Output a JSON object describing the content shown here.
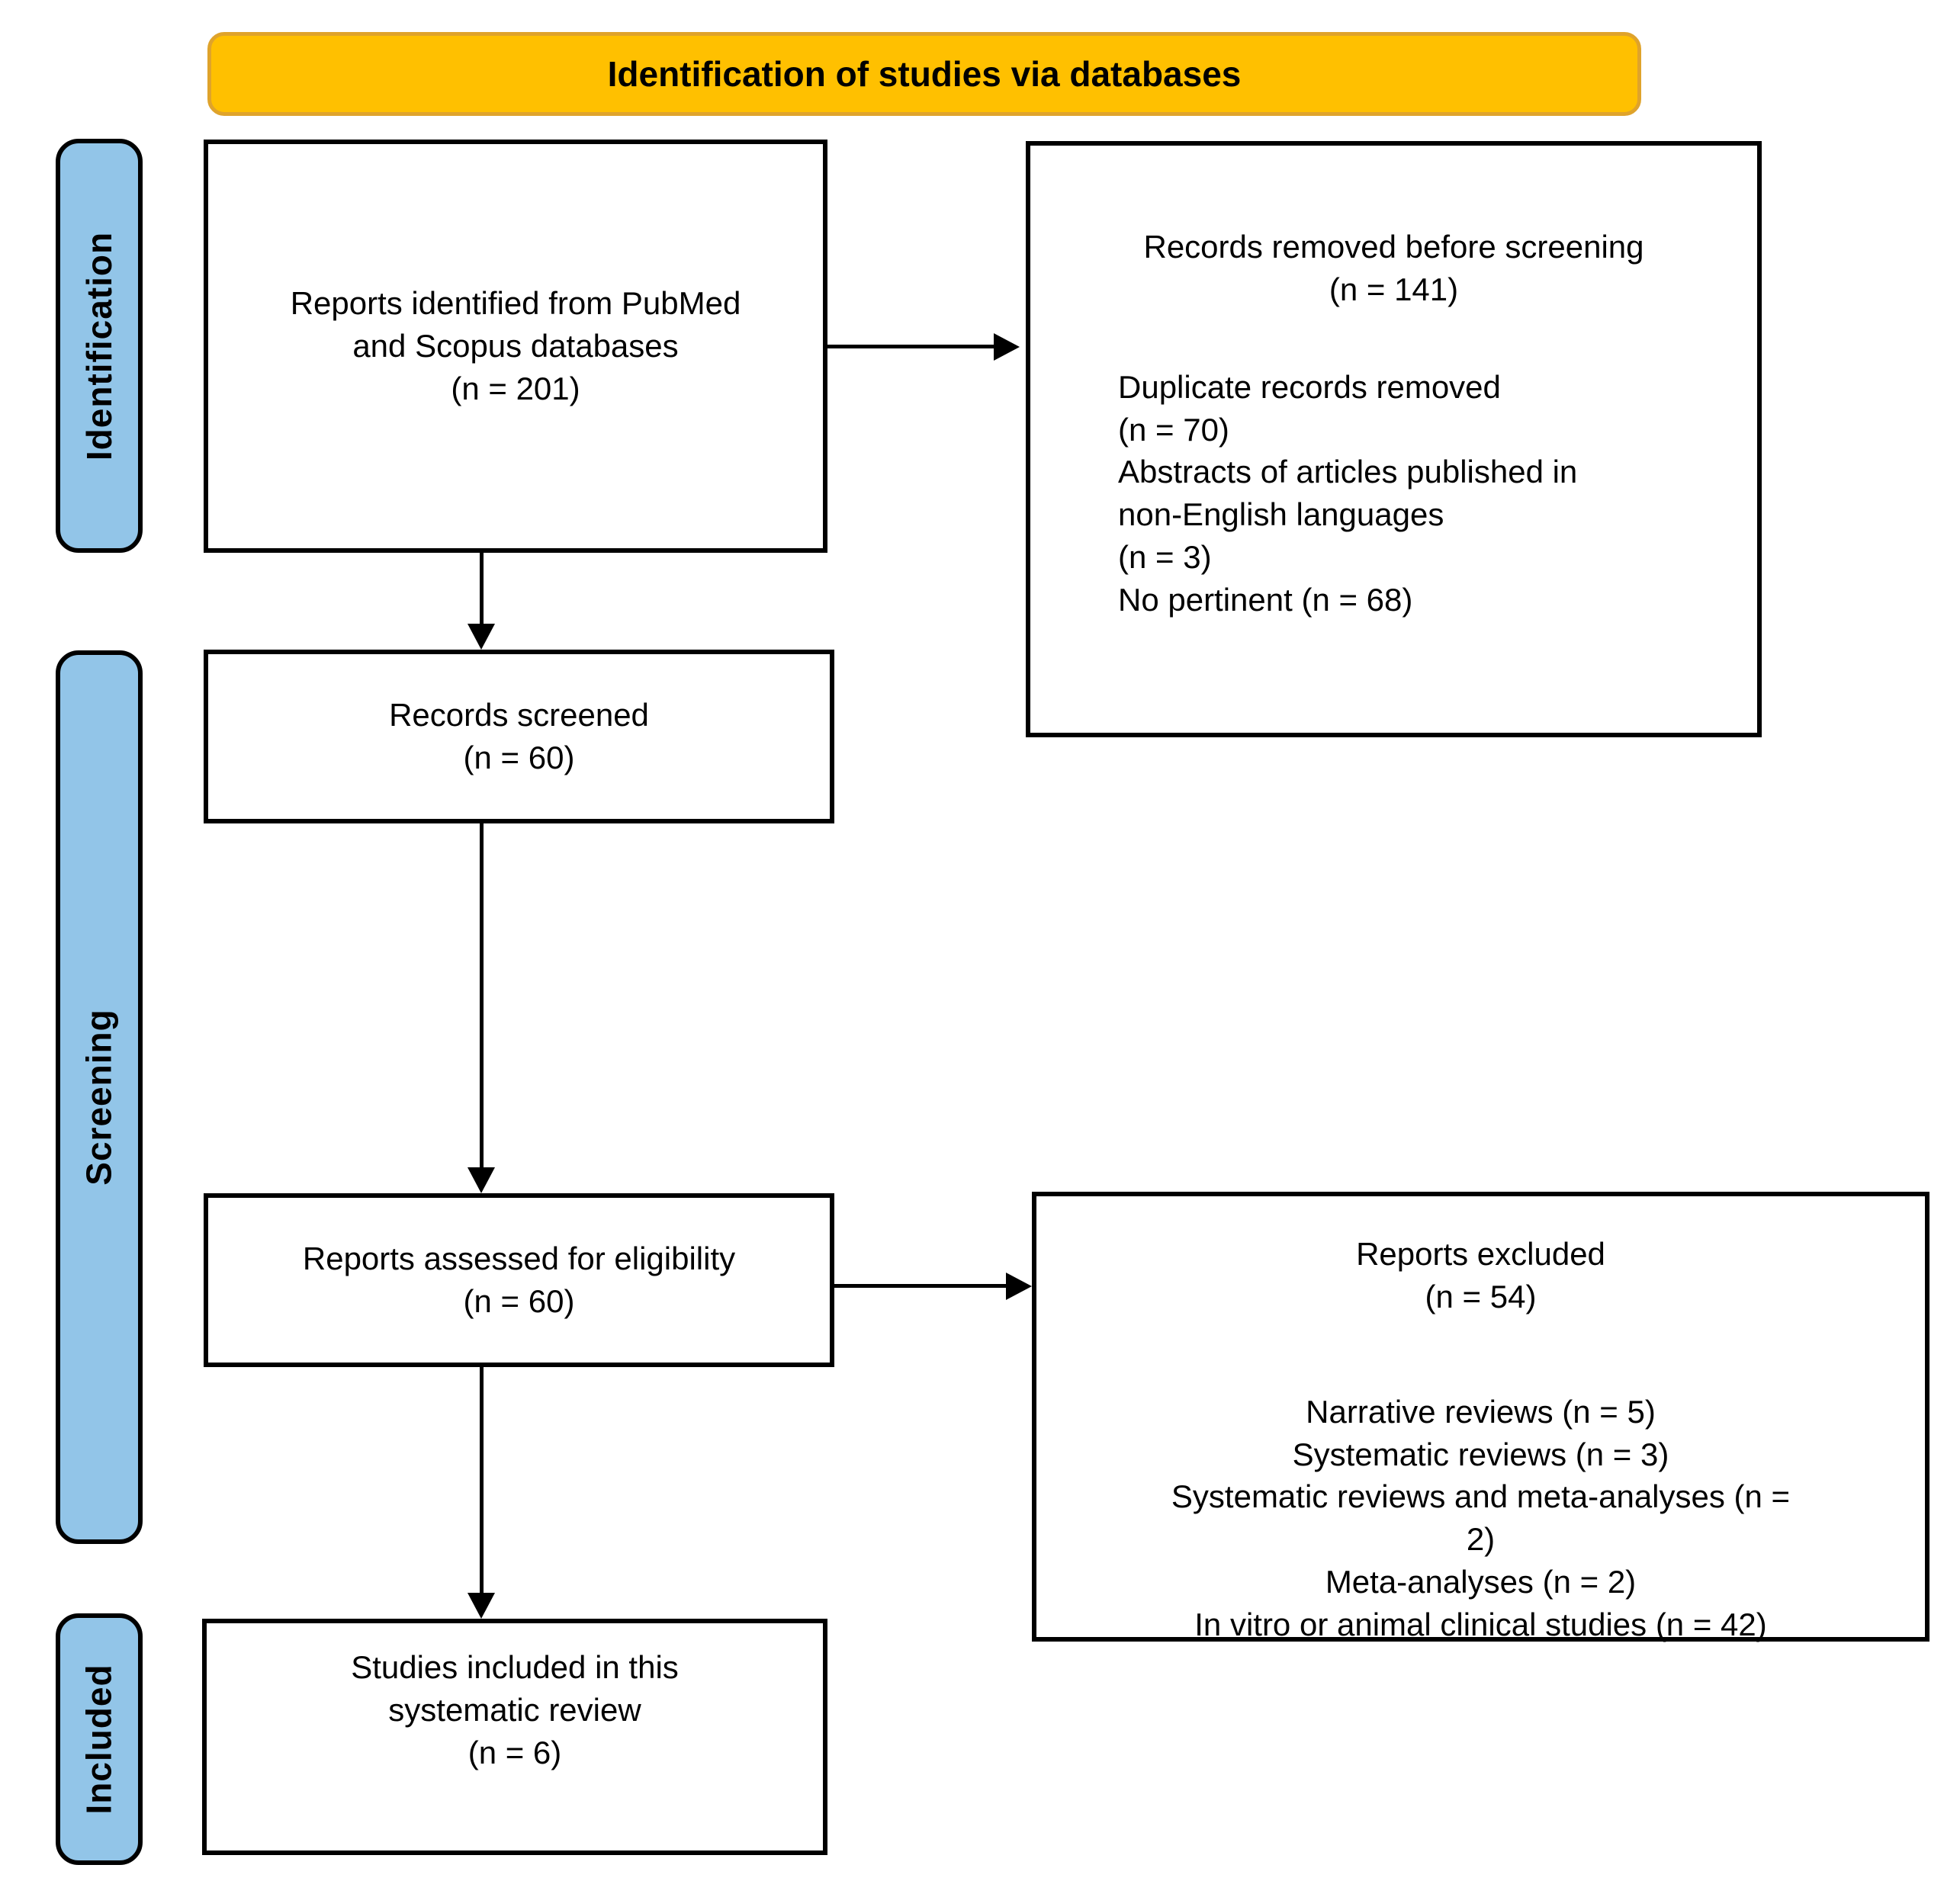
{
  "title": "Identification of studies via databases",
  "sidebar": {
    "identification": "Identification",
    "screening": "Screening",
    "included": "Included"
  },
  "flow": {
    "identified": "Reports identified from PubMed\nand Scopus databases\n(n = 201)",
    "removed_title": "Records removed before screening\n(n = 141)",
    "removed_details": "Duplicate records removed\n(n = 70)\nAbstracts of articles published in\nnon-English languages\n(n = 3)\nNo pertinent (n = 68)",
    "screened": "Records screened\n(n = 60)",
    "assessed": "Reports assessed for eligibility\n(n = 60)",
    "excluded_title": "Reports excluded\n(n = 54)",
    "excluded_details": "Narrative reviews (n = 5)\nSystematic reviews (n = 3)\nSystematic reviews and meta-analyses (n =\n2)\nMeta-analyses (n = 2)\nIn vitro or animal clinical studies (n = 42)",
    "included_studies": "Studies included in this\nsystematic review\n(n = 6)"
  },
  "counts": {
    "identified": 201,
    "removed_total": 141,
    "duplicates_removed": 70,
    "non_english_abstracts": 3,
    "not_pertinent": 68,
    "screened": 60,
    "assessed": 60,
    "excluded_total": 54,
    "narrative_reviews": 5,
    "systematic_reviews": 3,
    "systematic_reviews_meta_analyses": 2,
    "meta_analyses": 2,
    "in_vitro_or_animal": 42,
    "included": 6
  },
  "colors": {
    "banner_fill": "#FFC000",
    "banner_border": "#DFA32B",
    "stage_fill": "#92C5E8",
    "box_border": "#000000",
    "background": "#FFFFFF"
  }
}
